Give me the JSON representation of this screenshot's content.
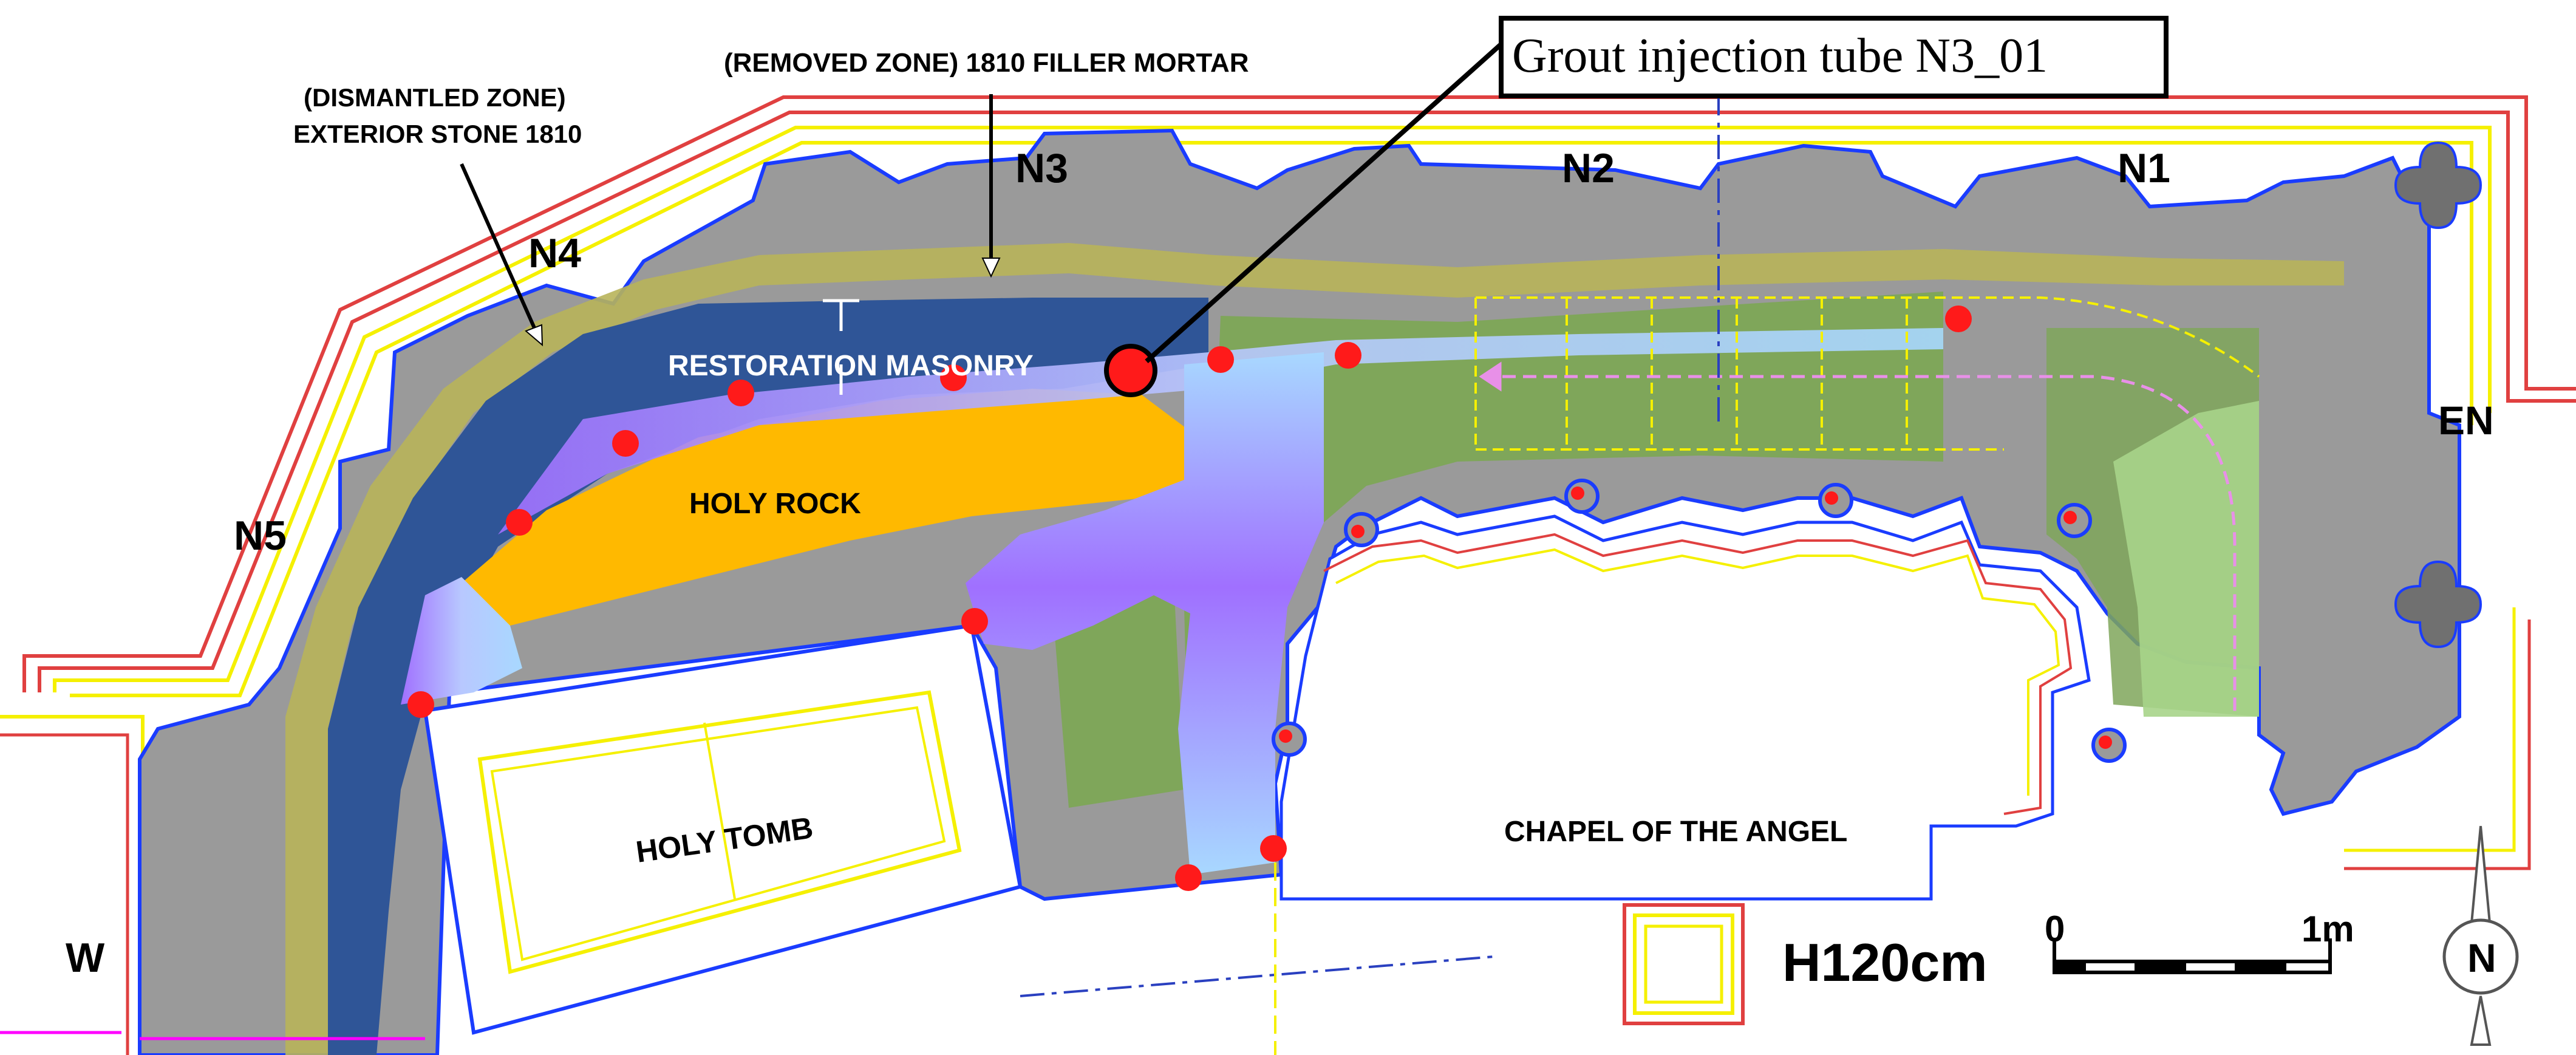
{
  "labels": {
    "callout": "Grout injection tube N3_01",
    "removed_zone": "(REMOVED ZONE) 1810 FILLER MORTAR",
    "dismantled_zone_line1": "(DISMANTLED ZONE)",
    "dismantled_zone_line2": "EXTERIOR STONE 1810",
    "restoration_masonry": "RESTORATION MASONRY",
    "holy_rock": "HOLY ROCK",
    "holy_tomb": "HOLY TOMB",
    "chapel": "CHAPEL OF THE ANGEL",
    "height": "H120cm"
  },
  "zones": {
    "n1": "N1",
    "n2": "N2",
    "n3": "N3",
    "n4": "N4",
    "n5": "N5",
    "en": "EN",
    "w": "W"
  },
  "scale_bar": {
    "start": "0",
    "end": "1m"
  },
  "compass": {
    "north": "N"
  },
  "colors": {
    "stone_gray": "#9a9a9a",
    "restoration_blue": "#2f5597",
    "holy_rock_orange": "#ffb900",
    "filler_olive": "#b8b45a",
    "injection_red": "#ff0000",
    "outline_red": "#e04040",
    "outline_yellow": "#f5f000",
    "gradient_purple": "#a070ff",
    "gradient_light_blue": "#a8d8ff",
    "green_zone": "#7fa65a"
  },
  "icons": [
    "injection-point-marker",
    "column-base-marker",
    "north-arrow-icon",
    "scale-bar",
    "height-legend-icon"
  ]
}
